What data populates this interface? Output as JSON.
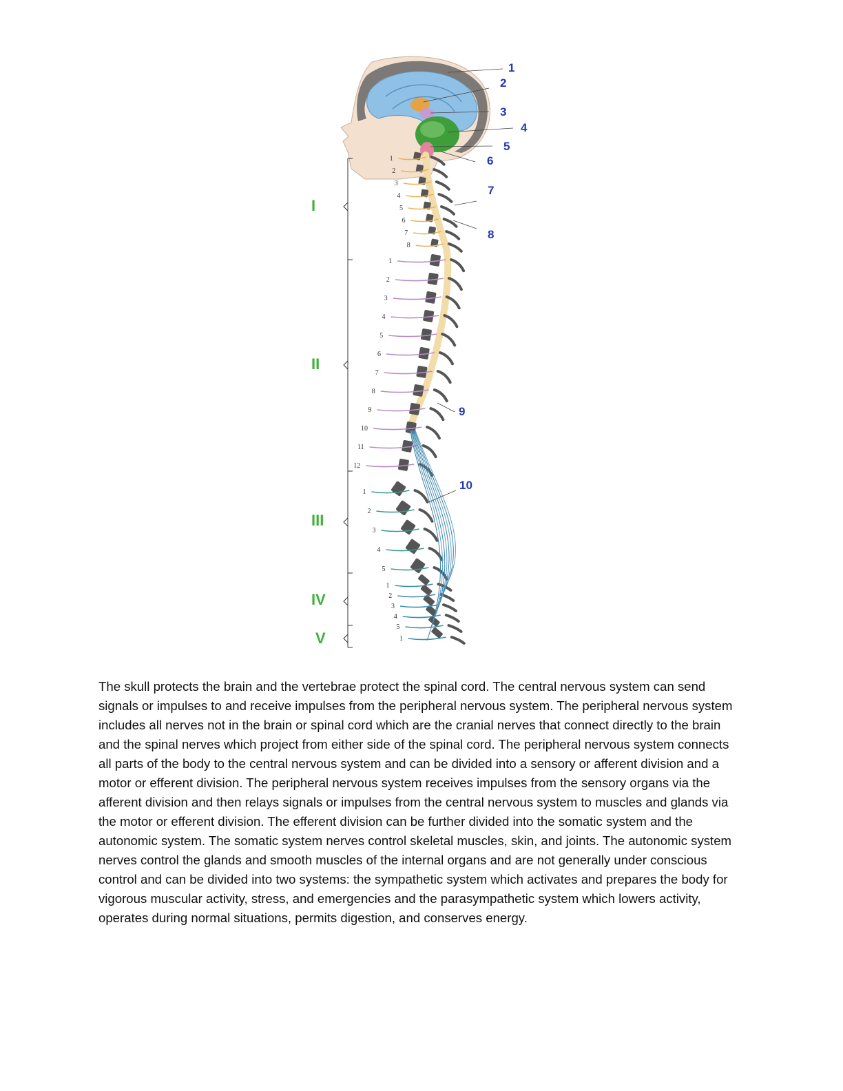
{
  "figure": {
    "callouts": [
      "1",
      "2",
      "3",
      "4",
      "5",
      "6",
      "7",
      "8",
      "9",
      "10"
    ],
    "regions": [
      "I",
      "II",
      "III",
      "IV",
      "V"
    ],
    "cervical_numbers": [
      "1",
      "2",
      "3",
      "4",
      "5",
      "6",
      "7",
      "8"
    ],
    "thoracic_numbers": [
      "1",
      "2",
      "3",
      "4",
      "5",
      "6",
      "7",
      "8",
      "9",
      "10",
      "11",
      "12"
    ],
    "lumbar_numbers": [
      "1",
      "2",
      "3",
      "4",
      "5"
    ],
    "sacral_numbers": [
      "1",
      "2",
      "3",
      "4",
      "5"
    ],
    "coccygeal_numbers": [
      "1"
    ],
    "colors": {
      "callout": "#2438b8",
      "region": "#3fb23a",
      "cerebrum": "#8fc1e6",
      "cerebellum": "#3d9e3a",
      "spinal_cord": "#f2dca8",
      "thoracic_nerves": "#b98bc6",
      "lumbar_nerves": "#3a8fb8",
      "vertebra": "#555555"
    }
  },
  "paragraph": "The skull protects the brain and the vertebrae protect the spinal cord. The central nervous system can send signals or impulses to and receive impulses from the peripheral nervous system. The peripheral nervous system includes all nerves not in the brain or spinal cord which are the cranial nerves that connect directly to the brain and the spinal nerves which project from either side of the spinal cord. The peripheral nervous system connects all parts of the body to the central nervous system and can be divided into a sensory or afferent division and a motor or efferent division. The peripheral nervous system receives impulses from the sensory organs via the afferent division and then relays signals or impulses from the central nervous system to muscles and glands via the motor or efferent division. The efferent division can be further divided into the somatic system and the autonomic system. The somatic system nerves control skeletal muscles, skin, and joints. The autonomic system nerves control the glands and smooth muscles of the internal organs and are not generally under conscious control and can be divided into two systems: the sympathetic system which activates and prepares the body for vigorous muscular activity, stress, and emergencies and the parasympathetic system which lowers activity, operates during normal situations, permits digestion, and conserves energy."
}
